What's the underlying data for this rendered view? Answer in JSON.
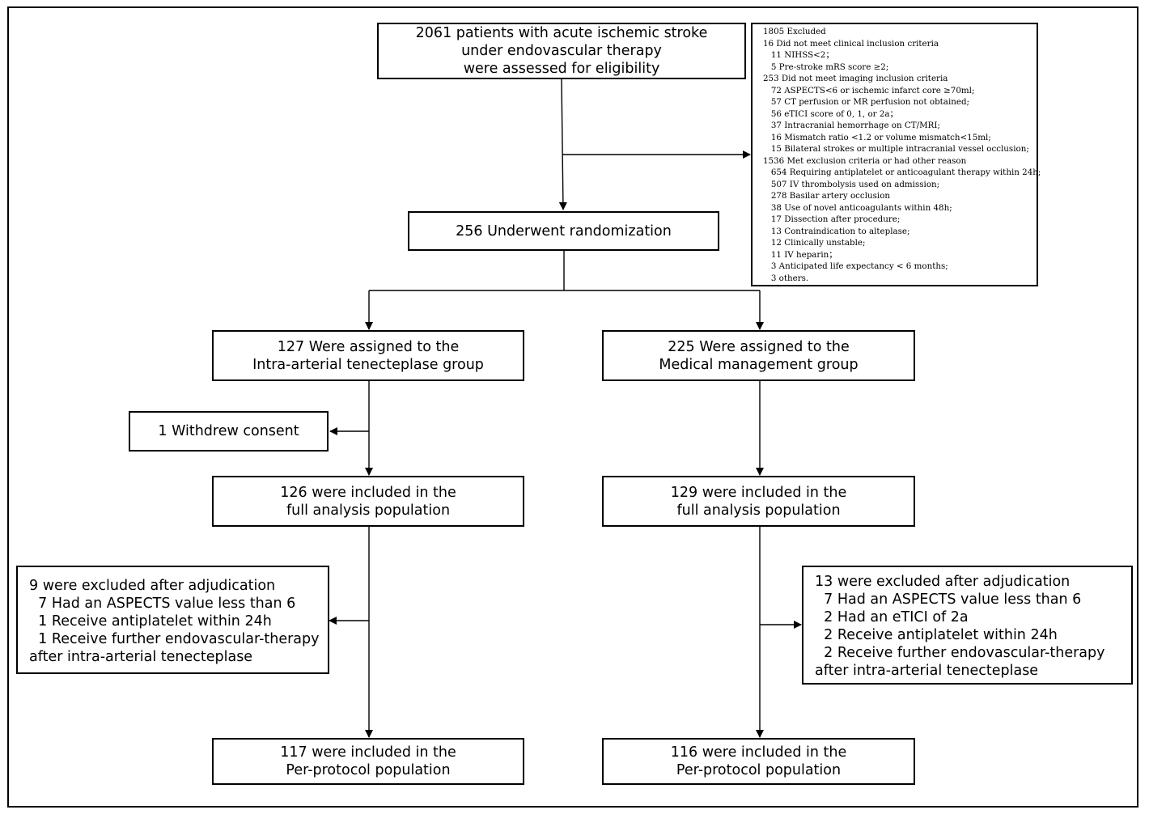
{
  "screening": {
    "lines": [
      "2061 patients with acute ischemic stroke",
      "under endovascular therapy",
      "were assessed for eligibility"
    ]
  },
  "excluded": {
    "lines": [
      "1805 Excluded",
      "16 Did not meet clinical inclusion criteria",
      "   11 NIHSS<2；",
      "   5 Pre-stroke mRS score ≥2;",
      "253 Did not meet imaging inclusion criteria",
      "   72 ASPECTS<6 or ischemic infarct core ≥70ml;",
      "   57 CT perfusion or MR perfusion not obtained;",
      "   56 eTICI score of 0, 1, or 2a；",
      "   37 Intracranial hemorrhage on CT/MRI;",
      "   16 Mismatch ratio <1.2 or volume mismatch<15ml;",
      "   15 Bilateral strokes or multiple intracranial vessel occlusion;",
      "1536 Met exclusion criteria or had other reason",
      "   654 Requiring antiplatelet or anticoagulant therapy within 24h;",
      "   507 IV thrombolysis used on admission;",
      "   278 Basilar artery occlusion",
      "   38 Use of novel anticoagulants within 48h;",
      "   17 Dissection after procedure;",
      "   13 Contraindication to alteplase;",
      "   12 Clinically unstable;",
      "   11 IV heparin；",
      "   3 Anticipated life expectancy < 6 months;",
      "   3 others."
    ]
  },
  "randomization": {
    "lines": [
      "256 Underwent randomization"
    ]
  },
  "left_arm": {
    "assigned": {
      "lines": [
        "127 Were assigned to the",
        "Intra-arterial tenecteplase group"
      ]
    },
    "withdrew": {
      "lines": [
        "1 Withdrew consent"
      ]
    },
    "full_analysis": {
      "lines": [
        "126 were included in the",
        "full analysis population"
      ]
    },
    "adjudication": {
      "lines": [
        "9 were excluded after adjudication",
        "  7 Had an ASPECTS value less than 6",
        "  1 Receive antiplatelet within 24h",
        "  1 Receive further endovascular-therapy",
        "after intra-arterial tenecteplase"
      ]
    },
    "per_protocol": {
      "lines": [
        "117 were included in the",
        "Per-protocol population"
      ]
    }
  },
  "right_arm": {
    "assigned": {
      "lines": [
        "225 Were assigned to the",
        "Medical management group"
      ]
    },
    "full_analysis": {
      "lines": [
        "129 were included in the",
        "full analysis population"
      ]
    },
    "adjudication": {
      "lines": [
        "13 were excluded after adjudication",
        "  7 Had an ASPECTS value less than 6",
        "  2 Had an eTICI of 2a",
        "  2 Receive antiplatelet within 24h",
        "  2 Receive further endovascular-therapy",
        "after intra-arterial tenecteplase"
      ]
    },
    "per_protocol": {
      "lines": [
        "116 were included in the",
        "Per-protocol population"
      ]
    }
  }
}
